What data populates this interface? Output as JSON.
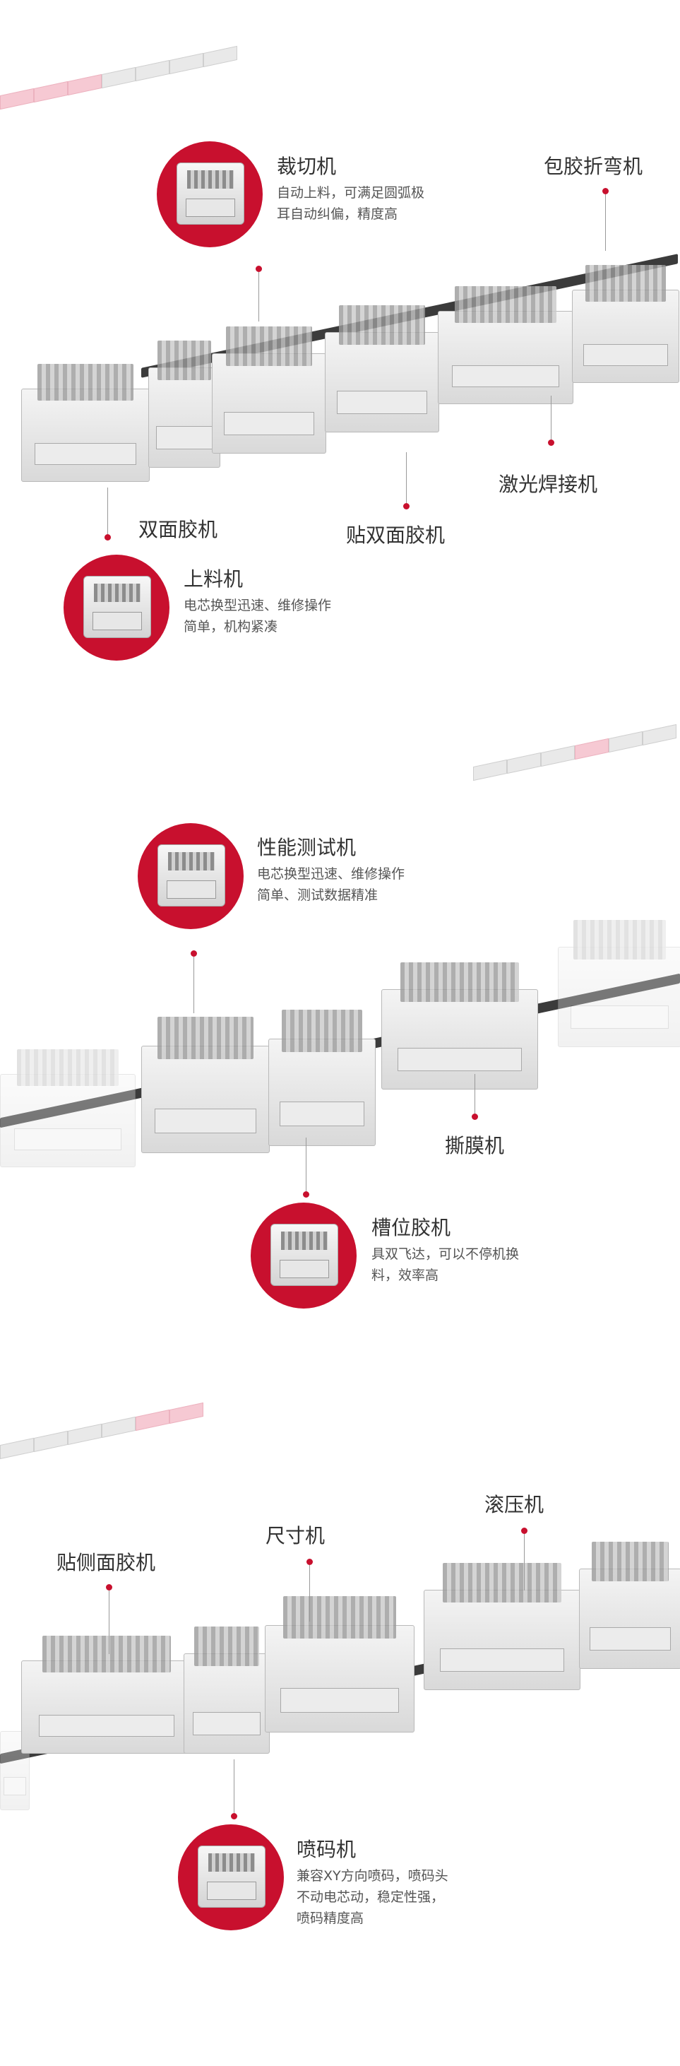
{
  "section1": {
    "cut_machine": {
      "title": "裁切机",
      "desc_line1": "自动上料，可满足圆弧极",
      "desc_line2": "耳自动纠偏，精度高"
    },
    "tape_bend": {
      "title": "包胶折弯机"
    },
    "double_tape": {
      "title": "双面胶机"
    },
    "attach_double_tape": {
      "title": "贴双面胶机"
    },
    "laser_weld": {
      "title": "激光焊接机"
    },
    "loader": {
      "title": "上料机",
      "desc_line1": "电芯换型迅速、维修操作",
      "desc_line2": "简单，机构紧凑"
    }
  },
  "section2": {
    "perf_test": {
      "title": "性能测试机",
      "desc_line1": "电芯换型迅速、维修操作",
      "desc_line2": "简单、测试数据精准"
    },
    "film_peel": {
      "title": "撕膜机"
    },
    "slot_tape": {
      "title": "槽位胶机",
      "desc_line1": "具双飞达，可以不停机换",
      "desc_line2": "料，效率高"
    }
  },
  "section3": {
    "roll_press": {
      "title": "滚压机"
    },
    "size_machine": {
      "title": "尺寸机"
    },
    "side_tape": {
      "title": "贴侧面胶机"
    },
    "inkjet": {
      "title": "喷码机",
      "desc_line1": "兼容XY方向喷码，喷码头",
      "desc_line2": "不动电芯动，稳定性强，",
      "desc_line3": "喷码精度高"
    }
  },
  "colors": {
    "accent": "#c8102e",
    "tile_pink": "#f6c9d3",
    "tile_grey": "#e9e9e9"
  }
}
